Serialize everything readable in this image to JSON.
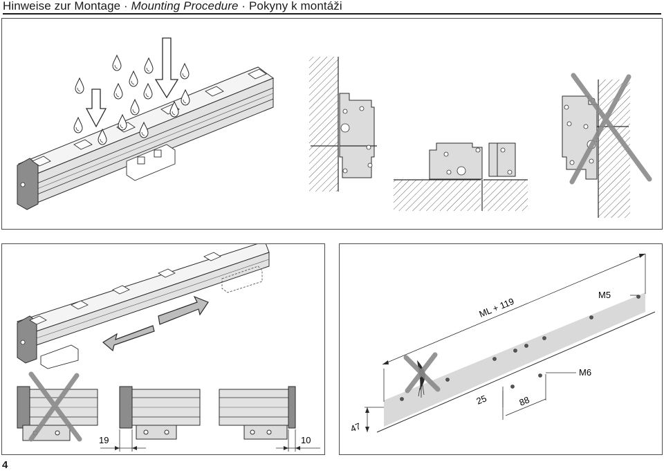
{
  "header": {
    "title_de": "Hinweise zur Montage",
    "sep1": " · ",
    "title_en": "Mounting Procedure",
    "sep2": " · ",
    "title_cs": "Pokyny k montáži"
  },
  "dimensions": {
    "dim_19": "19",
    "dim_10": "10",
    "dim_47": "47",
    "dim_25": "25",
    "dim_88": "88",
    "length": "ML + 119",
    "thread_m5": "M5",
    "thread_m6": "M6"
  },
  "page_number": "4",
  "colors": {
    "rail_fill": "#e2e2e2",
    "rail_stroke": "#2a2a2a",
    "strike_gray": "#8a8a8a",
    "shade": "#d9d9d9",
    "end_cap": "#8c8c8c"
  },
  "icons": {
    "water_drop": "water-drop-icon",
    "down_arrow": "down-arrow-icon",
    "slide_arrows": "bidirectional-slide-arrows-icon",
    "forbidden_cross": "forbidden-cross-icon",
    "brush": "brush-icon"
  }
}
